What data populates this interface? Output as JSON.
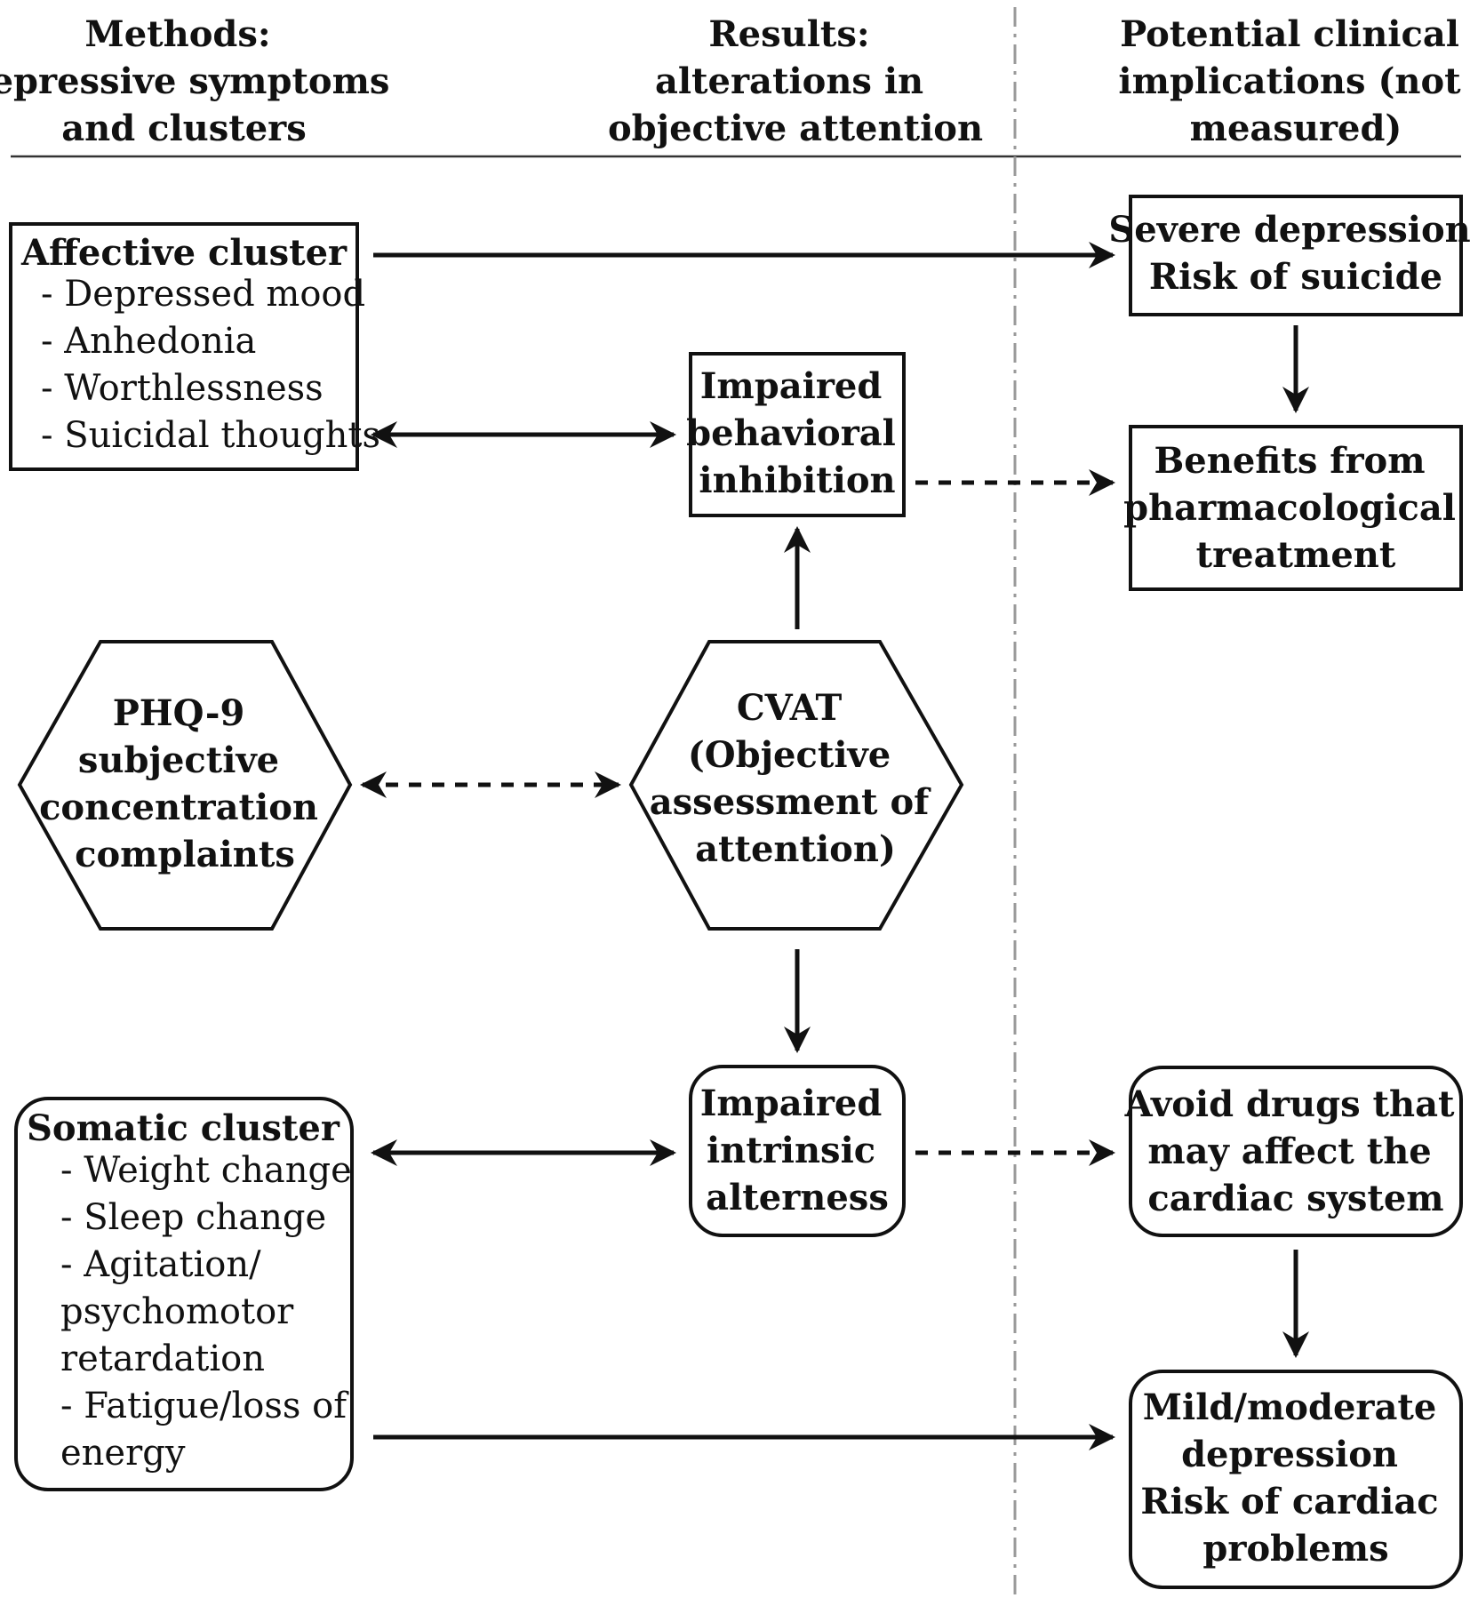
{
  "headers": {
    "methods": [
      "Methods:",
      "depressive symptoms",
      "and clusters"
    ],
    "results": [
      "Results:",
      "alterations in",
      "objective attention"
    ],
    "implications": [
      "Potential clinical",
      "implications (not",
      "measured)"
    ]
  },
  "affective_cluster": {
    "title": "Affective cluster",
    "items": [
      "- Depressed mood",
      "- Anhedonia",
      "- Worthlessness",
      "- Suicidal thoughts"
    ]
  },
  "somatic_cluster": {
    "title": "Somatic cluster",
    "lines": [
      "- Weight change",
      "- Sleep change",
      "- Agitation/",
      "psychomotor",
      "retardation",
      "- Fatigue/loss of",
      "energy"
    ]
  },
  "phq9": [
    "PHQ-9",
    "subjective",
    "concentration",
    "complaints"
  ],
  "cvat": [
    "CVAT",
    "(Objective",
    "assessment of",
    "attention)"
  ],
  "impaired_behavioral_inhibition": [
    "Impaired",
    "behavioral",
    "inhibition"
  ],
  "impaired_intrinsic_alertness": [
    "Impaired",
    "intrinsic",
    "alterness"
  ],
  "severe_depression": [
    "Severe depression",
    "Risk of suicide"
  ],
  "benefits": [
    "Benefits from",
    "pharmacological",
    "treatment"
  ],
  "avoid_drugs": [
    "Avoid drugs that",
    "may affect the",
    "cardiac system"
  ],
  "mild_moderate": [
    "Mild/moderate",
    "depression",
    "Risk of cardiac",
    "problems"
  ]
}
